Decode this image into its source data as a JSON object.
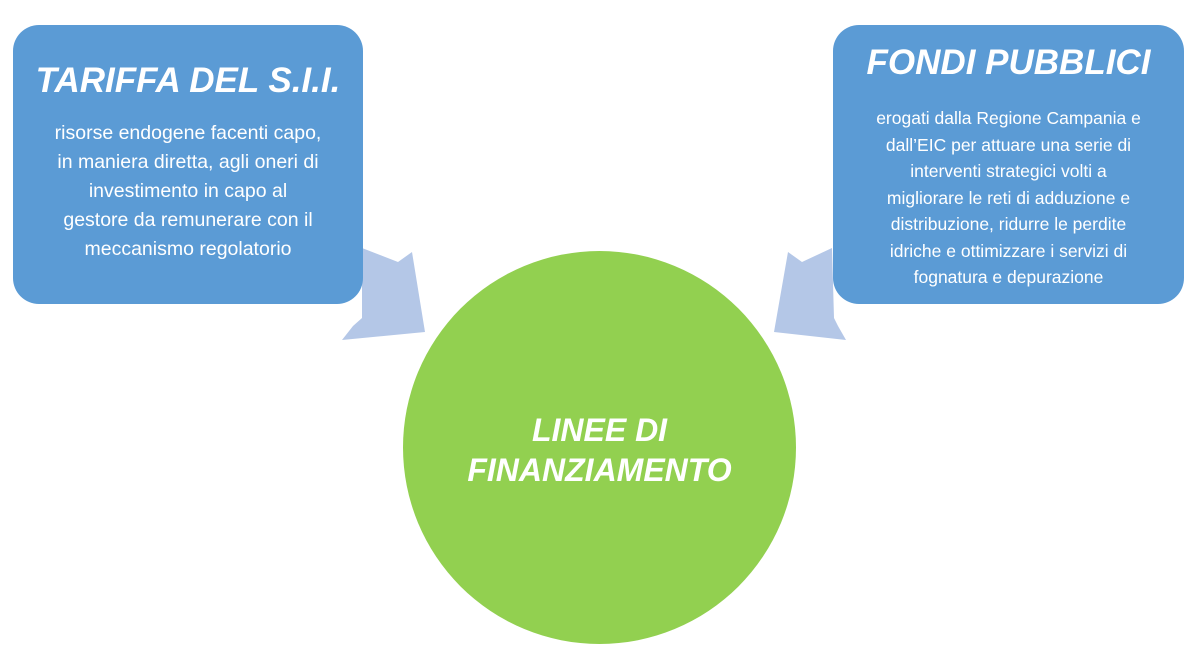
{
  "diagram": {
    "left_box": {
      "title": "TARIFFA DEL S.I.I.",
      "lines": [
        "risorse endogene facenti capo,",
        "in maniera diretta, agli oneri di",
        "investimento in capo al",
        "gestore da remunerare con il",
        "meccanismo regolatorio"
      ]
    },
    "right_box": {
      "title": "FONDI PUBBLICI",
      "lines": [
        "erogati dalla Regione Campania e",
        "dall’EIC per attuare una serie di",
        "interventi strategici volti a",
        "migliorare le reti di adduzione e",
        "distribuzione, ridurre le perdite",
        "idriche e ottimizzare i servizi di",
        "fognatura e depurazione"
      ]
    },
    "center": {
      "lines": [
        "LINEE DI",
        "FINANZIAMENTO"
      ]
    },
    "colors": {
      "box": "#5b9bd5",
      "circle": "#92d050",
      "arrow": "#b4c7e7",
      "text": "#ffffff"
    }
  }
}
